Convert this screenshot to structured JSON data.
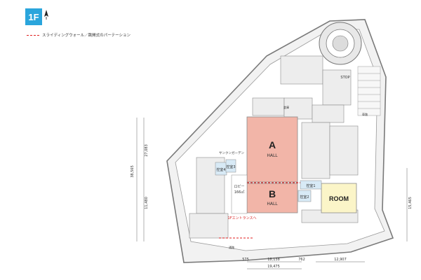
{
  "floor": {
    "label": "1F"
  },
  "legend": {
    "text": "スライディングウォール／跳開式のパーテーション",
    "color": "#e02020"
  },
  "halls": [
    {
      "letter": "A",
      "name": "HALL",
      "color": "#f2b5a8"
    },
    {
      "letter": "B",
      "name": "HALL",
      "color": "#f2b5a8"
    }
  ],
  "room": {
    "name": "ROOM",
    "color": "#fbf5c8"
  },
  "rooms": {
    "ctrl4": "控室4",
    "ctrl3": "控室3",
    "ctrl1": "控室1",
    "ctrl2": "控室2",
    "lobby_name": "ロビー",
    "lobby_area": "166㎡",
    "sunken_garden": "サンクンガーデン",
    "entrance": "1Fエントランスへ",
    "stop": "STOP",
    "storage": "倉庫",
    "corridor": "通路",
    "passage": "車路"
  },
  "dimensions": {
    "left_total": "38,565",
    "left_upper": "27,083",
    "left_lower": "11,480",
    "right": "15,465",
    "bottom_1": "575",
    "bottom_2": "18,138",
    "bottom_3": "762",
    "bottom_total": "19,475",
    "bottom_right": "12,907"
  },
  "colors": {
    "badge": "#2aa5dc",
    "wall": "#8a8a8a",
    "floor": "#eeeeee"
  }
}
